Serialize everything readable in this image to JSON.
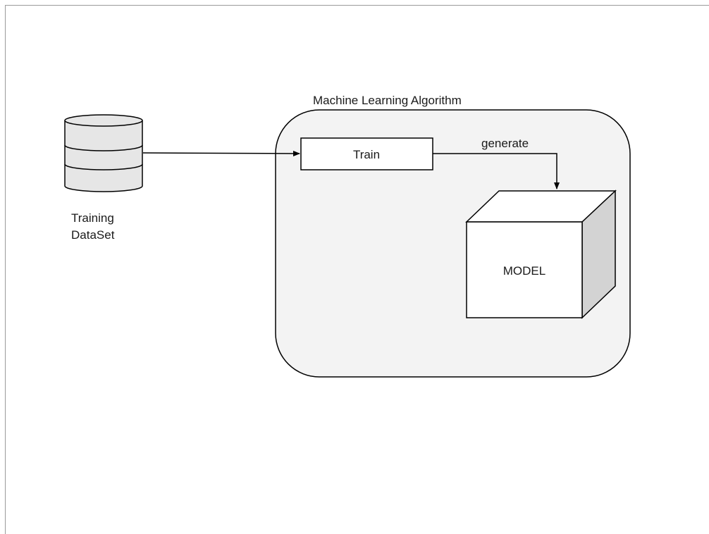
{
  "diagram": {
    "container_title": "Machine Learning Algorithm",
    "dataset_label_line1": "Training",
    "dataset_label_line2": "DataSet",
    "train_label": "Train",
    "edge_label": "generate",
    "model_label": "MODEL"
  },
  "colors": {
    "container_fill": "#f3f3f3",
    "database_fill": "#e6e6e6",
    "model_side_fill": "#d3d3d3",
    "stroke": "#000000"
  },
  "icons": {
    "dataset": "database-icon",
    "model": "cube-icon"
  }
}
